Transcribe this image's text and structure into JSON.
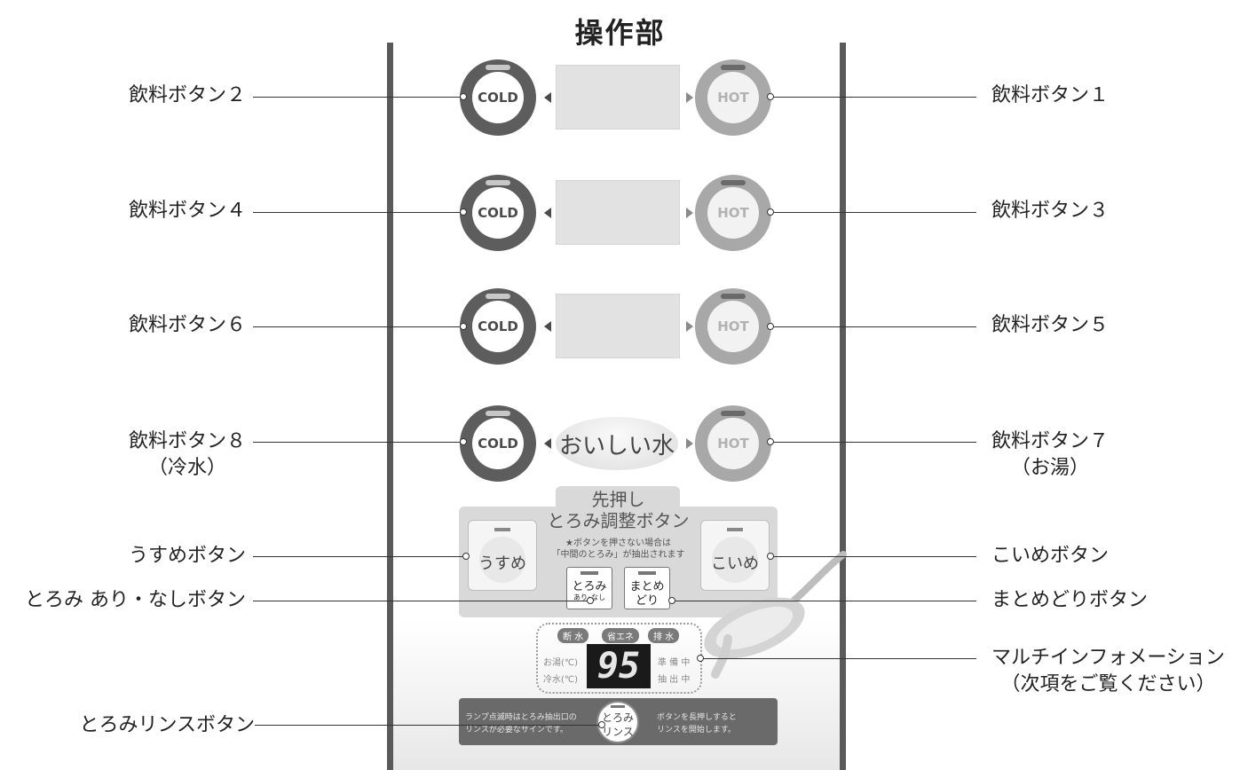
{
  "title": "操作部",
  "callouts": {
    "btn2": "飲料ボタン２",
    "btn1": "飲料ボタン１",
    "btn4": "飲料ボタン４",
    "btn3": "飲料ボタン３",
    "btn6": "飲料ボタン６",
    "btn5": "飲料ボタン５",
    "btn8": "飲料ボタン８",
    "btn8_sub": "（冷水）",
    "btn7": "飲料ボタン７",
    "btn7_sub": "（お湯）",
    "usume": "うすめボタン",
    "koime": "こいめボタン",
    "toromi_arinashi": "とろみ あり・なしボタン",
    "matome": "まとめどりボタン",
    "multi": "マルチインフォメーション",
    "multi_sub": "（次項をご覧ください）",
    "rinse": "とろみリンスボタン"
  },
  "panel": {
    "cold": "COLD",
    "hot": "HOT",
    "oishii_mizu": "おいしい水",
    "adjust_title_1": "先押し",
    "adjust_title_2": "とろみ調整ボタン",
    "adjust_note_1": "★ボタンを押さない場合は",
    "adjust_note_2": "「中間のとろみ」が抽出されます",
    "usume": "うすめ",
    "koime": "こいめ",
    "toromi_1": "とろみ",
    "toromi_2": "あり･なし",
    "matome_1": "まとめ",
    "matome_2": "どり",
    "pill_1": "断 水",
    "pill_2": "省エネ",
    "pill_3": "排 水",
    "oyu_c": "お湯(℃)",
    "reisui_c": "冷水(℃)",
    "temp_value": "95",
    "junbi": "準 備 中",
    "chushutsu": "抽 出 中",
    "rinse_left_1": "ランプ点滅時はとろみ抽出口の",
    "rinse_left_2": "リンスが必要なサインです。",
    "rinse_btn_1": "とろみ",
    "rinse_btn_2": "リンス",
    "rinse_right_1": "ボタンを長押しすると",
    "rinse_right_2": "リンスを開始します。"
  }
}
